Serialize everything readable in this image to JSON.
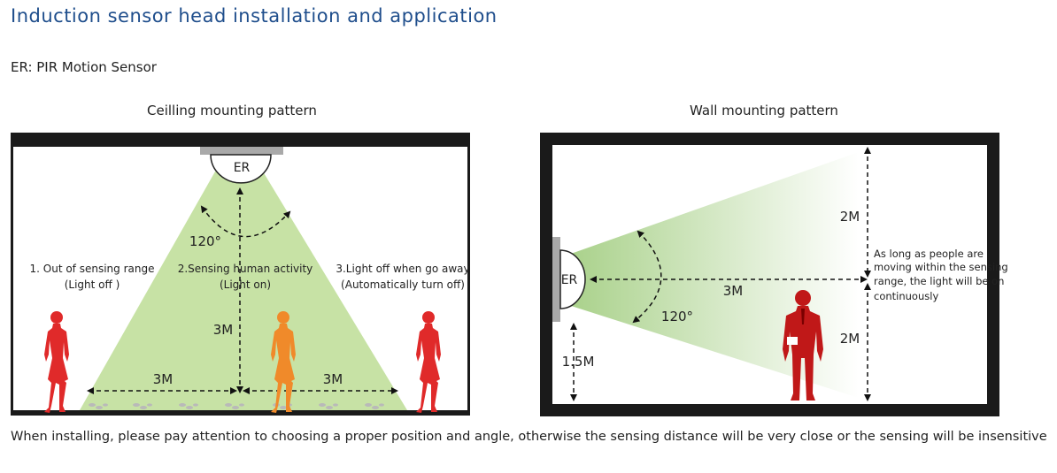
{
  "page": {
    "title": "Induction sensor head installation and application",
    "subtitle": "ER: PIR Motion Sensor",
    "footer": "When installing, please pay attention to choosing a proper position and angle, otherwise the sensing distance will be very close or the sensing will be insensitive"
  },
  "ceiling": {
    "title": "Ceilling mounting pattern",
    "sensor_label": "ER",
    "angle": "120°",
    "height": "3M",
    "left_range": "3M",
    "right_range": "3M",
    "notes": [
      {
        "line1": "1. Out of sensing range",
        "line2": "(Light off )"
      },
      {
        "line1": "2.Sensing human activity",
        "line2": "(Light on)"
      },
      {
        "line1": "3.Light off when go away",
        "line2": "(Automatically turn off)"
      }
    ]
  },
  "wall": {
    "title": "Wall mounting pattern",
    "sensor_label": "ER",
    "angle": "120°",
    "distance": "3M",
    "upper_height": "2M",
    "lower_height": "2M",
    "mount_height": "1.5M",
    "note_lines": [
      "As long as people are",
      "moving within the sensing",
      "range, the light will be on",
      "continuously"
    ]
  },
  "colors": {
    "title": "#1f4e8c",
    "cone_green": "#c7e2a5",
    "person_red": "#e02a2a",
    "person_orange": "#f08a2a",
    "person_darkred": "#c01818",
    "frame": "#1a1a1a"
  }
}
